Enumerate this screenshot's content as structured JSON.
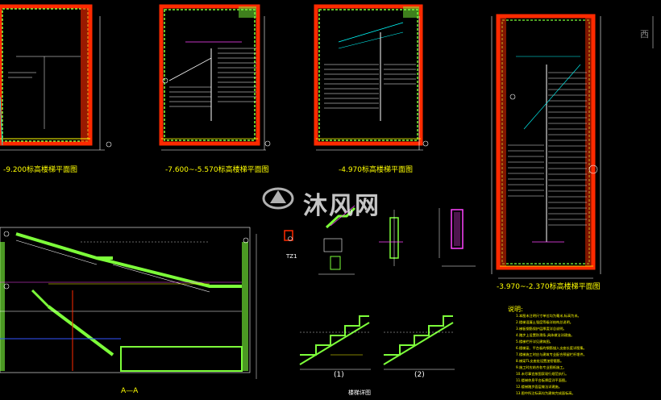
{
  "plans": {
    "plan1_title": "-9.200标高楼梯平面图",
    "plan2_title": "-7.600~-5.570标高楼梯平面图",
    "plan3_title": "-4.970标高楼梯平面图",
    "plan4_title": "-3.970~-2.370标高楼梯平面图"
  },
  "section": {
    "title": "A—A"
  },
  "details": {
    "tz_label": "TZ1",
    "joint_title": "楼梯详图",
    "node1": "(1)",
    "node2": "(2)"
  },
  "watermark": {
    "text": "沐风网"
  },
  "corner_text": "西",
  "notes": {
    "title": "说明:",
    "lines": [
      "1.本图未注明尺寸单位均为毫米,标高为米。",
      "2.楼梯混凝土强度等级详结构总说明。",
      "3.梯板钢筋保护层厚度详总说明。",
      "4.踏步上设置防滑条,具体做法详建施。",
      "5.楼梯栏杆详见建筑图。",
      "6.楼梯梁、平台板的钢筋锚入支座长度详图集。",
      "7.楼梯施工时应与建筑专业配合预留栏杆埋件。",
      "8.梯梁TL支座处设置加密箍筋。",
      "9.施工时应结合各专业图纸施工。",
      "10.未尽事宜按国家现行规范执行。",
      "11.楼梯休息平台板厚度详平面图。",
      "12.楼梯踏步面层做法详建施。",
      "13.图中所注标高均为建筑完成面标高。"
    ]
  },
  "colors": {
    "background": "#000000",
    "wall_red": "#ff2a00",
    "hatch_green": "#7dff3a",
    "line_cyan": "#00ffff",
    "line_yellow": "#ffff00",
    "line_white": "#ffffff",
    "line_magenta": "#ff44ff",
    "line_blue": "#3355ff"
  }
}
